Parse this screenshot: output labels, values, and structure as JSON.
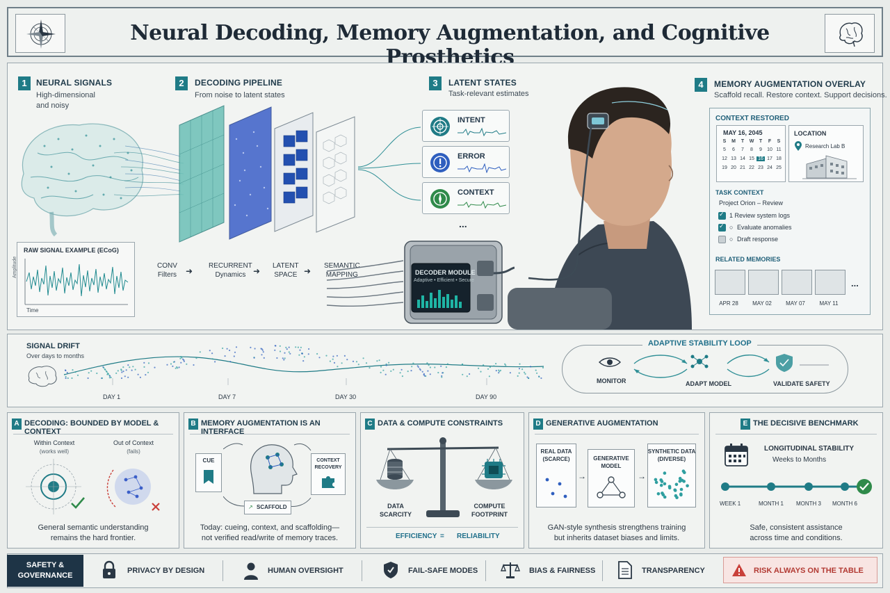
{
  "header": {
    "title": "Neural Decoding, Memory Augmentation, and Cognitive Prosthetics"
  },
  "section1": {
    "number": "1",
    "title": "NEURAL SIGNALS",
    "subtitle_line1": "High-dimensional",
    "subtitle_line2": "and noisy",
    "raw_signal_title": "RAW SIGNAL EXAMPLE (ECoG)",
    "amplitude_label": "Amplitude",
    "time_label": "Time"
  },
  "section2": {
    "number": "2",
    "title": "DECODING PIPELINE",
    "subtitle": "From noise to latent states",
    "stages": [
      {
        "line1": "CONV",
        "line2": "Filters"
      },
      {
        "line1": "RECURRENT",
        "line2": "Dynamics"
      },
      {
        "line1": "LATENT",
        "line2": "SPACE"
      },
      {
        "line1": "SEMANTIC",
        "line2": "MAPPING"
      }
    ],
    "decoder_title": "DECODER MODULE",
    "decoder_sub": "Adaptive • Efficient • Secure"
  },
  "section3": {
    "number": "3",
    "title": "LATENT STATES",
    "subtitle": "Task-relevant estimates",
    "states": [
      "INTENT",
      "ERROR",
      "CONTEXT"
    ],
    "more": "..."
  },
  "section4": {
    "number": "4",
    "title": "MEMORY AUGMENTATION OVERLAY",
    "subtitle": "Scaffold recall. Restore context. Support decisions.",
    "context_restored": "CONTEXT RESTORED",
    "date": "MAY 16, 2045",
    "weekdays": [
      "S",
      "M",
      "T",
      "W",
      "T",
      "F",
      "S"
    ],
    "calendar_rows": [
      [
        "5",
        "6",
        "7",
        "8",
        "9",
        "10",
        "11"
      ],
      [
        "12",
        "13",
        "14",
        "15",
        "16",
        "17",
        "18"
      ],
      [
        "19",
        "20",
        "21",
        "22",
        "23",
        "24",
        "25"
      ]
    ],
    "location_label": "LOCATION",
    "location_value": "Research Lab B",
    "task_context_label": "TASK CONTEXT",
    "project": "Project Orion – Review",
    "tasks": [
      "1 Review system logs",
      "Evaluate anomalies",
      "Draft response"
    ],
    "related_memories_label": "RELATED MEMORIES",
    "memory_dates": [
      "APR 28",
      "MAY 02",
      "MAY 07",
      "MAY 11"
    ],
    "more": "..."
  },
  "drift": {
    "title": "SIGNAL DRIFT",
    "subtitle": "Over days to months",
    "days": [
      "DAY 1",
      "DAY 7",
      "DAY 30",
      "DAY 90"
    ]
  },
  "stability": {
    "title": "ADAPTIVE STABILITY LOOP",
    "steps": [
      "MONITOR",
      "ADAPT MODEL",
      "VALIDATE SAFETY"
    ]
  },
  "panels": {
    "a": {
      "letter": "A",
      "title": "DECODING: BOUNDED BY MODEL & CONTEXT",
      "within": "Within Context",
      "within_sub": "(works well)",
      "out": "Out of Context",
      "out_sub": "(fails)",
      "foot1": "General semantic understanding",
      "foot2": "remains the hard frontier."
    },
    "b": {
      "letter": "B",
      "title": "MEMORY AUGMENTATION IS AN INTERFACE",
      "cue": "CUE",
      "context_recovery1": "CONTEXT",
      "context_recovery2": "RECOVERY",
      "scaffold": "SCAFFOLD",
      "foot1": "Today: cueing, context, and scaffolding—",
      "foot2": "not verified read/write of memory traces."
    },
    "c": {
      "letter": "C",
      "title": "DATA & COMPUTE CONSTRAINTS",
      "left1": "DATA",
      "left2": "SCARCITY",
      "right1": "COMPUTE",
      "right2": "FOOTPRINT",
      "efficiency": "EFFICIENCY",
      "equals": "=",
      "reliability": "RELIABILITY"
    },
    "d": {
      "letter": "D",
      "title": "GENERATIVE AUGMENTATION",
      "real1": "REAL DATA",
      "real2": "(SCARCE)",
      "gen1": "GENERATIVE",
      "gen2": "MODEL",
      "syn1": "SYNTHETIC DATA",
      "syn2": "(DIVERSE)",
      "foot1": "GAN-style synthesis strengthens training",
      "foot2": "but inherits dataset biases and limits."
    },
    "e": {
      "letter": "E",
      "title": "THE DECISIVE BENCHMARK",
      "bench1": "LONGITUDINAL STABILITY",
      "bench2": "Weeks to Months",
      "milestones": [
        "WEEK 1",
        "MONTH 1",
        "MONTH 3",
        "MONTH 6"
      ],
      "foot1": "Safe, consistent assistance",
      "foot2": "across time and conditions."
    }
  },
  "governance": {
    "label1": "SAFETY &",
    "label2": "GOVERNANCE",
    "items": [
      "PRIVACY BY DESIGN",
      "HUMAN OVERSIGHT",
      "FAIL-SAFE MODES",
      "BIAS & FAIRNESS",
      "TRANSPARENCY"
    ],
    "risk": "RISK ALWAYS ON THE TABLE"
  },
  "colors": {
    "teal": "#1f7b86",
    "navy": "#1e2a36",
    "blue": "#2f5fbf",
    "green": "#2f8a4a",
    "red": "#c9403a"
  }
}
